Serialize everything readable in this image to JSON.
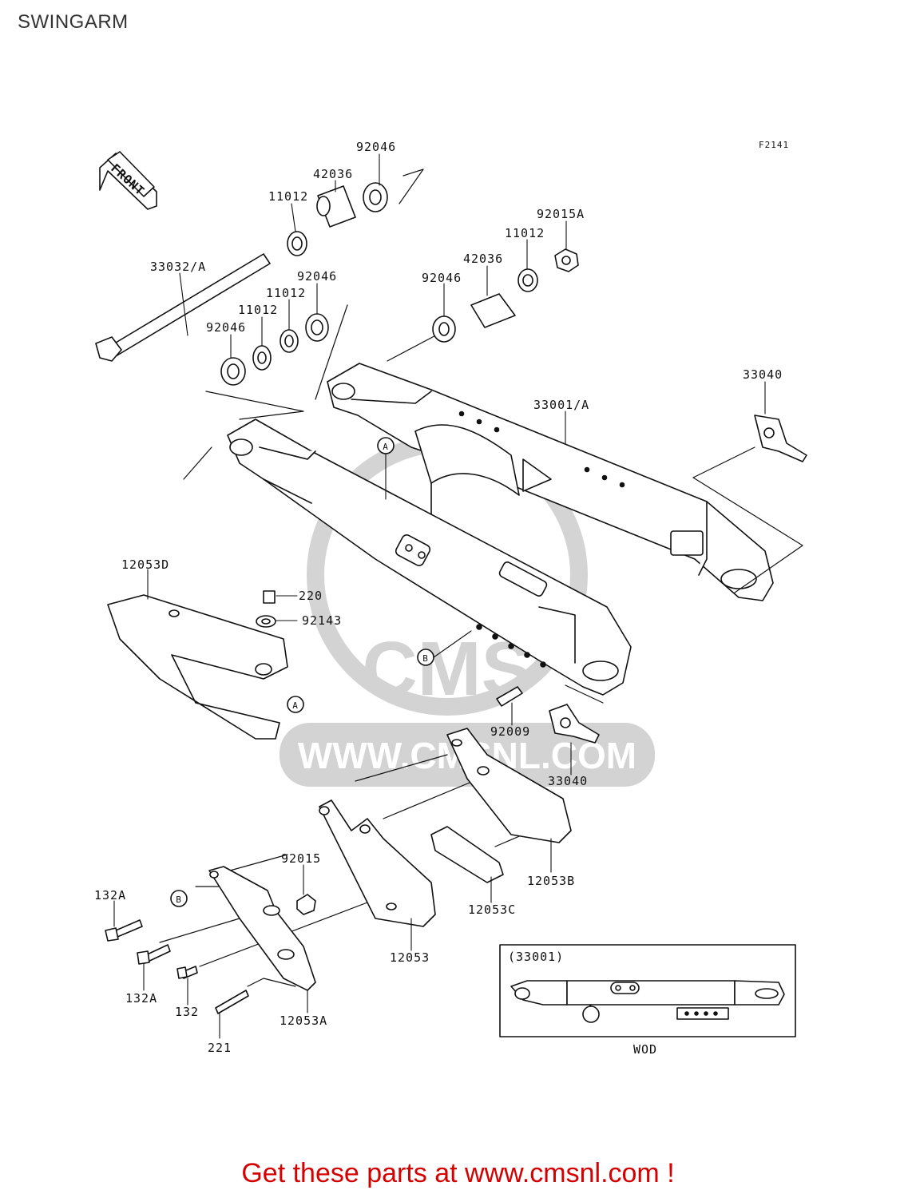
{
  "title": "SWINGARM",
  "figure_code": "F2141",
  "front_label": "FRONT",
  "watermark": {
    "text1": "CMS",
    "text2": "WWW.CMSNL.COM",
    "color": "#c9c9c9"
  },
  "parts": [
    {
      "id": "p1",
      "label": "92046"
    },
    {
      "id": "p2",
      "label": "42036"
    },
    {
      "id": "p3",
      "label": "11012"
    },
    {
      "id": "p4",
      "label": "92015A"
    },
    {
      "id": "p5",
      "label": "11012"
    },
    {
      "id": "p6",
      "label": "42036"
    },
    {
      "id": "p7",
      "label": "92046"
    },
    {
      "id": "p8",
      "label": "33032/A"
    },
    {
      "id": "p9",
      "label": "92046"
    },
    {
      "id": "p10",
      "label": "11012"
    },
    {
      "id": "p11",
      "label": "11012"
    },
    {
      "id": "p12",
      "label": "92046"
    },
    {
      "id": "p13",
      "label": "33040"
    },
    {
      "id": "p14",
      "label": "33001/A"
    },
    {
      "id": "p15",
      "label": "12053D"
    },
    {
      "id": "p16",
      "label": "220"
    },
    {
      "id": "p17",
      "label": "92143"
    },
    {
      "id": "p18",
      "label": "92009"
    },
    {
      "id": "p19",
      "label": "33040"
    },
    {
      "id": "p20",
      "label": "92015"
    },
    {
      "id": "p21",
      "label": "12053B"
    },
    {
      "id": "p22",
      "label": "12053C"
    },
    {
      "id": "p23",
      "label": "132A"
    },
    {
      "id": "p24",
      "label": "12053"
    },
    {
      "id": "p25",
      "label": "132A"
    },
    {
      "id": "p26",
      "label": "132"
    },
    {
      "id": "p27",
      "label": "12053A"
    },
    {
      "id": "p28",
      "label": "221"
    }
  ],
  "ref_markers": {
    "a": "A",
    "b": "B"
  },
  "inset": {
    "label": "(33001)",
    "caption": "WOD"
  },
  "promo_text": "Get these parts at www.cmsnl.com !",
  "colors": {
    "promo": "#d50000",
    "line": "#111111",
    "watermark": "#c9c9c9"
  }
}
